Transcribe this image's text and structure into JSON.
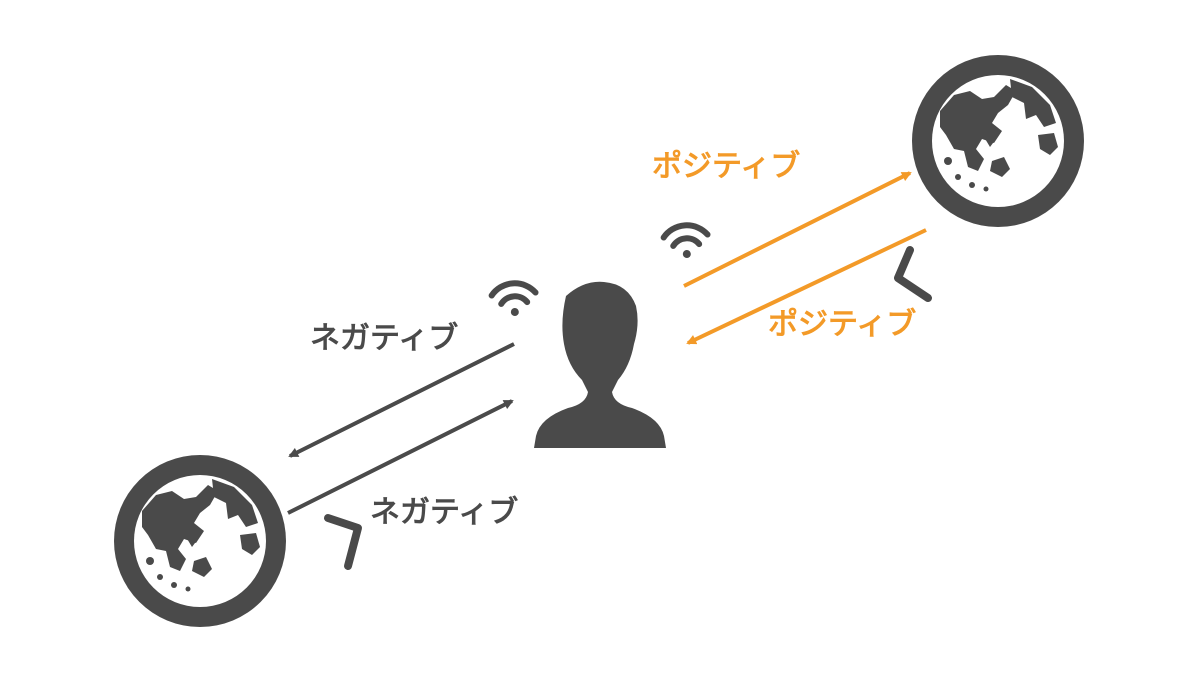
{
  "labels": {
    "positive_outgoing": "ポジティブ",
    "positive_return": "ポジティブ",
    "negative_outgoing": "ネガティブ",
    "negative_return": "ネガティブ"
  },
  "colors": {
    "positive": "#f39a28",
    "negative": "#4a4a4a",
    "icon": "#4a4a4a",
    "background": "#ffffff"
  },
  "icons": {
    "person": "person-silhouette-icon",
    "globe": "globe-icon",
    "signal": "wifi-signal-icon",
    "boomerang": "boomerang-icon"
  }
}
